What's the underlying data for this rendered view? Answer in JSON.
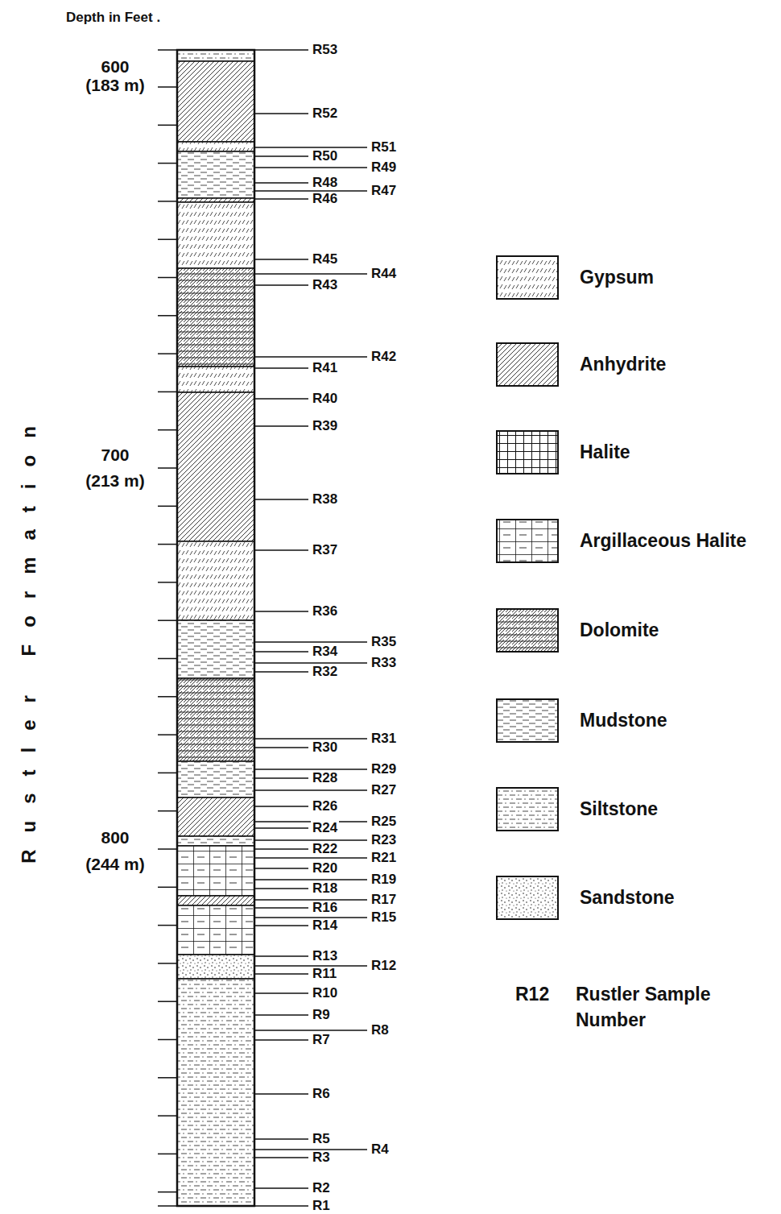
{
  "diagram": {
    "labels": [
      "Depth in Feet .",
      "600",
      "(183 m)",
      "700",
      "(213 m)",
      "800",
      "(244 m)",
      "Rustler Formation",
      "R53",
      "R52",
      "R51",
      "R50",
      "R49",
      "R48",
      "R47",
      "R46",
      "R45",
      "R44",
      "R43",
      "R42",
      "R41",
      "R40",
      "R39",
      "R38",
      "R37",
      "R36",
      "R35",
      "R34",
      "R33",
      "R32",
      "R31",
      "R30",
      "R29",
      "R28",
      "R27",
      "R26",
      "R25",
      "R24",
      "R23",
      "R22",
      "R21",
      "R20",
      "R19",
      "R18",
      "R17",
      "R16",
      "R15",
      "R14",
      "R13",
      "R12",
      "R11",
      "R10",
      "R9",
      "R8",
      "R7",
      "R6",
      "R5",
      "R4",
      "R3",
      "R2",
      "R1",
      "R12"
    ],
    "legend": [
      {
        "text": "Gypsum"
      },
      {
        "text": "Anhydrite"
      },
      {
        "text": "Halite"
      },
      {
        "text": "Argillaceous Halite"
      },
      {
        "text": "Dolomite"
      },
      {
        "text": "Mudstone"
      },
      {
        "text": "Siltstone"
      },
      {
        "text": "Sandstone"
      },
      {
        "text": "Rustler Sample Number"
      }
    ]
  }
}
